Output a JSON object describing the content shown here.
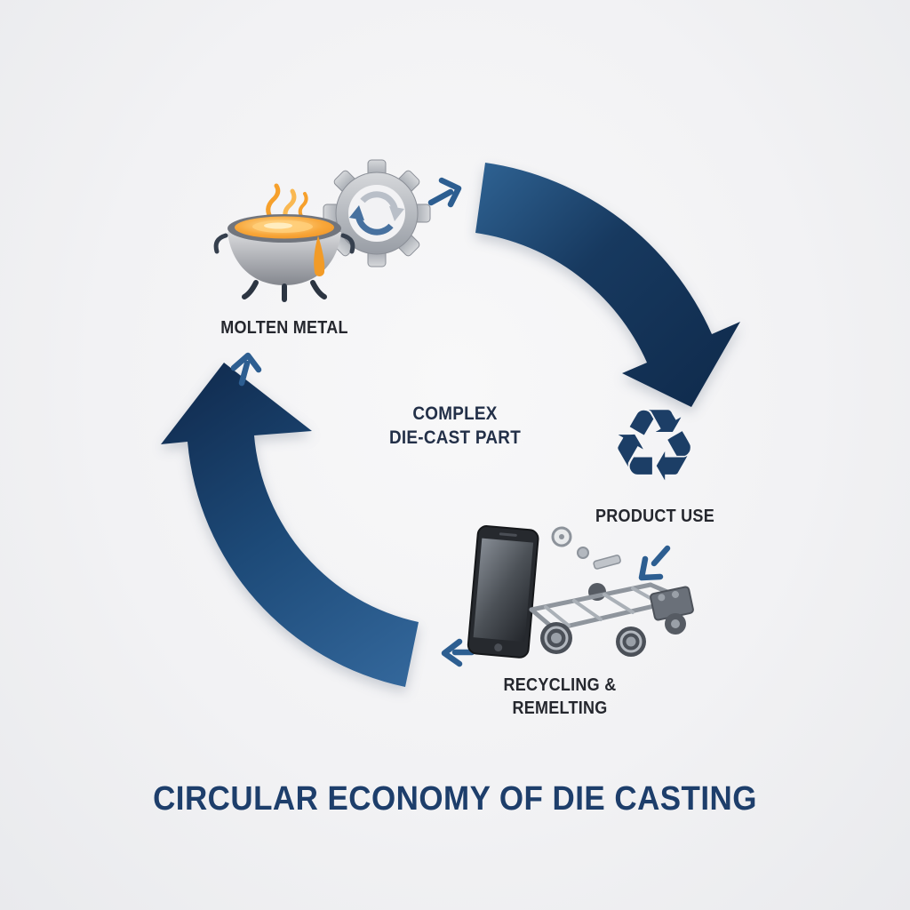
{
  "title": "CIRCULAR ECONOMY OF DIE CASTING",
  "center_label": {
    "line1": "COMPLEX",
    "line2": "DIE-CAST PART"
  },
  "stages": {
    "molten_metal": {
      "label": "MOLTEN METAL"
    },
    "product_use": {
      "label": "PRODUCT USE"
    },
    "recycling_remelting": {
      "line1": "RECYCLING &",
      "line2": "REMELTING"
    }
  },
  "glyphs": {
    "recycle_symbol": "♻"
  },
  "icon_names": [
    "crucible-icon",
    "gear-recycle-icon",
    "recycle-icon",
    "smartphone-icon",
    "car-chassis-icon"
  ],
  "colors": {
    "background": "#f2f2f4",
    "arrow_dark": "#102c4e",
    "arrow_mid": "#1c4674",
    "arrow_light": "#31659a",
    "connector_blue": "#2d5e91",
    "accent_navy": "#1d3e6b",
    "label_dark": "#25272e",
    "molten_orange": "#f59e1b",
    "metal_gray": "#9a9ea6"
  }
}
